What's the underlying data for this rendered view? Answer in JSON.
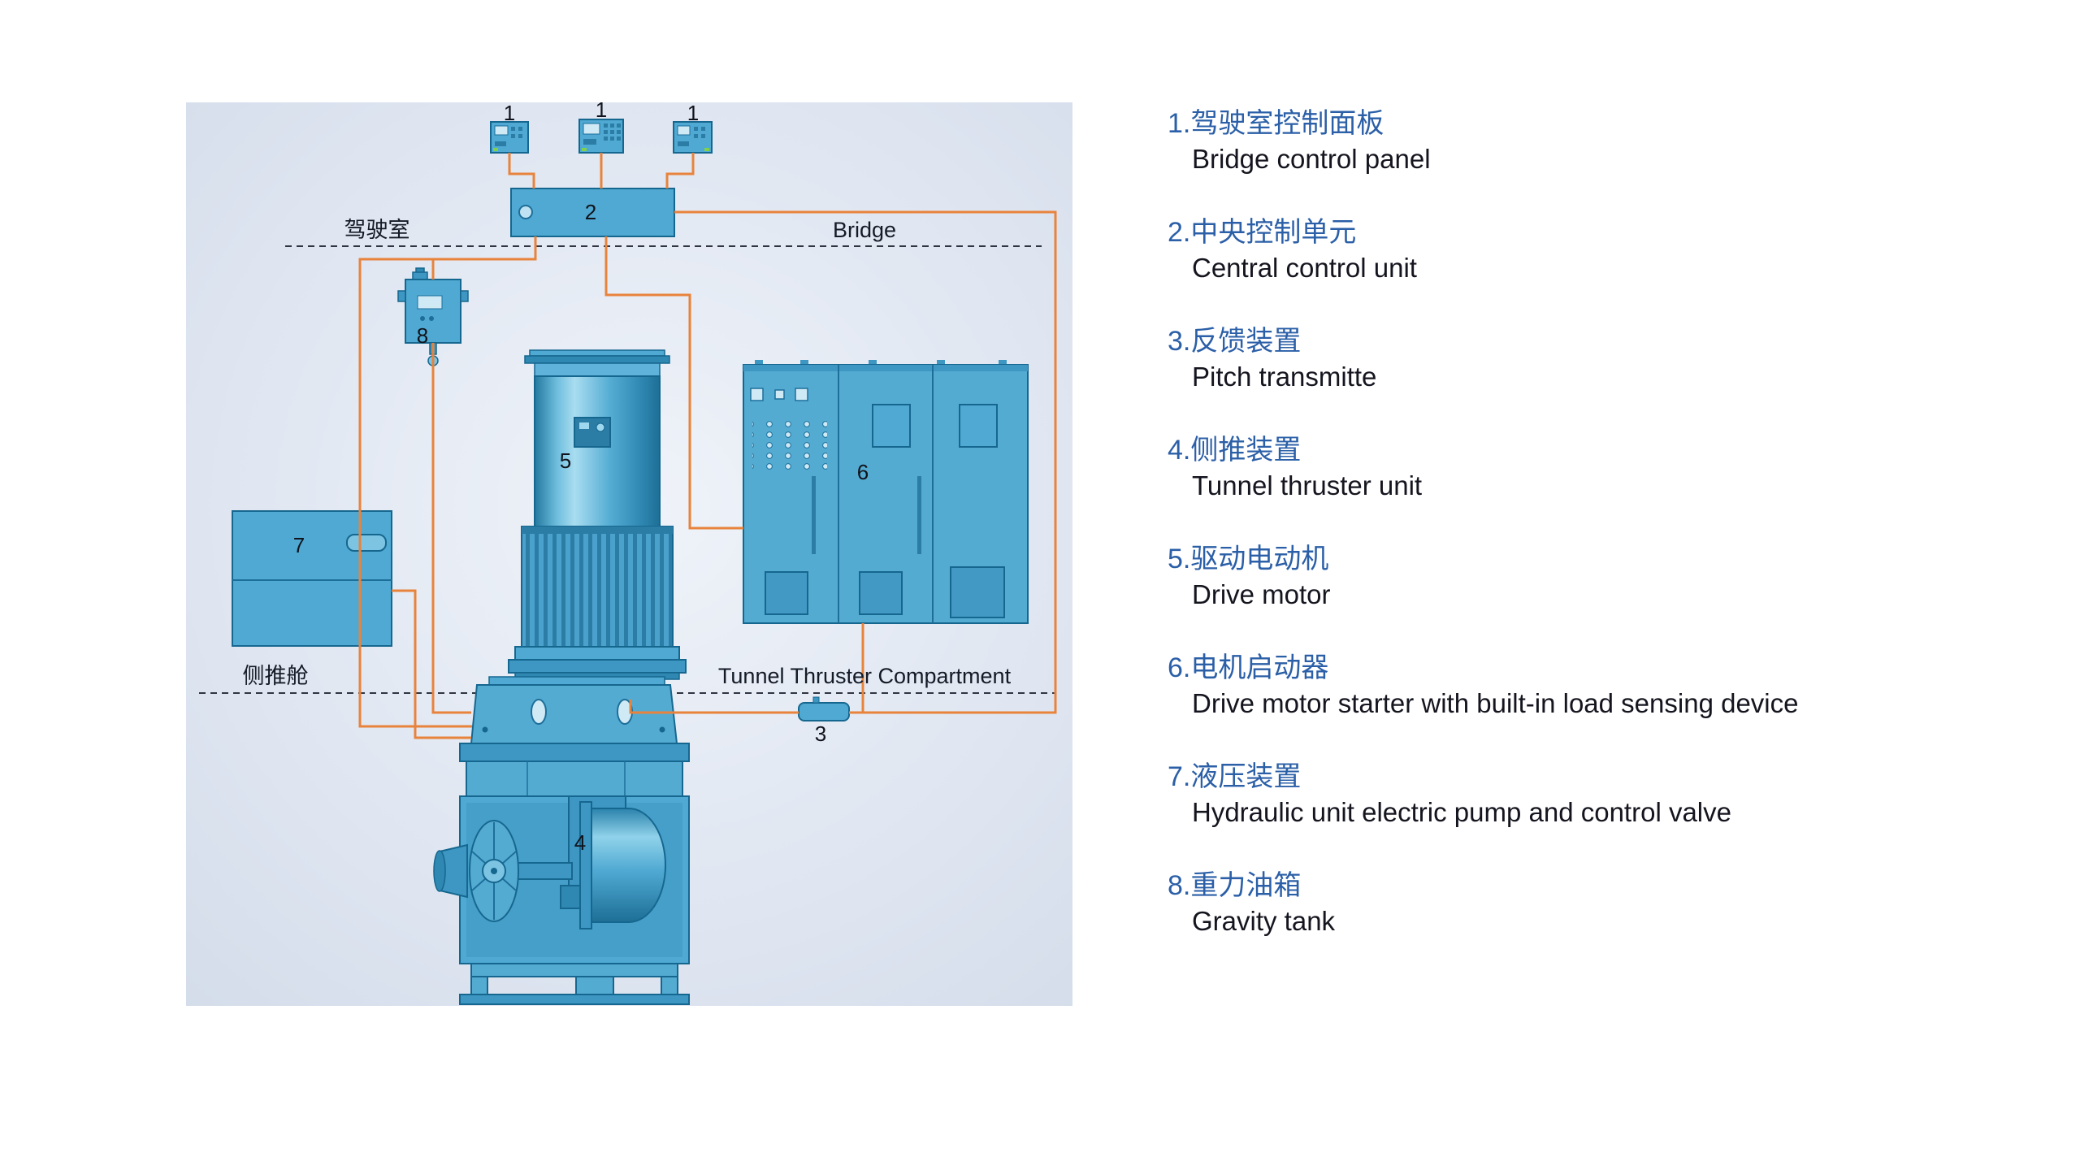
{
  "diagram": {
    "zones": {
      "bridge_zh": "驾驶室",
      "bridge_en": "Bridge",
      "compartment_zh": "侧推舱",
      "compartment_en": "Tunnel Thruster Compartment"
    },
    "markers": {
      "panel": "1",
      "ccu": "2",
      "pitch": "3",
      "thruster": "4",
      "motor": "5",
      "starter": "6",
      "hydraulic": "7",
      "tank": "8"
    },
    "colors": {
      "component_fill": "#4fa9d2",
      "component_outline": "#16678f",
      "signal_line": "#e8833c",
      "legend_zh_text": "#2b5fa7",
      "legend_en_text": "#15151f"
    }
  },
  "legend": {
    "items": [
      {
        "num": "1.",
        "zh": "驾驶室控制面板",
        "en": "Bridge control panel"
      },
      {
        "num": "2.",
        "zh": "中央控制单元",
        "en": "Central control unit"
      },
      {
        "num": "3.",
        "zh": "反馈装置",
        "en": "Pitch transmitte"
      },
      {
        "num": "4.",
        "zh": "侧推装置",
        "en": "Tunnel thruster unit"
      },
      {
        "num": "5.",
        "zh": "驱动电动机",
        "en": "Drive motor"
      },
      {
        "num": "6.",
        "zh": "电机启动器",
        "en": "Drive motor starter with built-in load sensing device"
      },
      {
        "num": "7.",
        "zh": "液压装置",
        "en": "Hydraulic unit electric pump and control valve"
      },
      {
        "num": "8.",
        "zh": "重力油箱",
        "en": "Gravity tank"
      }
    ]
  }
}
